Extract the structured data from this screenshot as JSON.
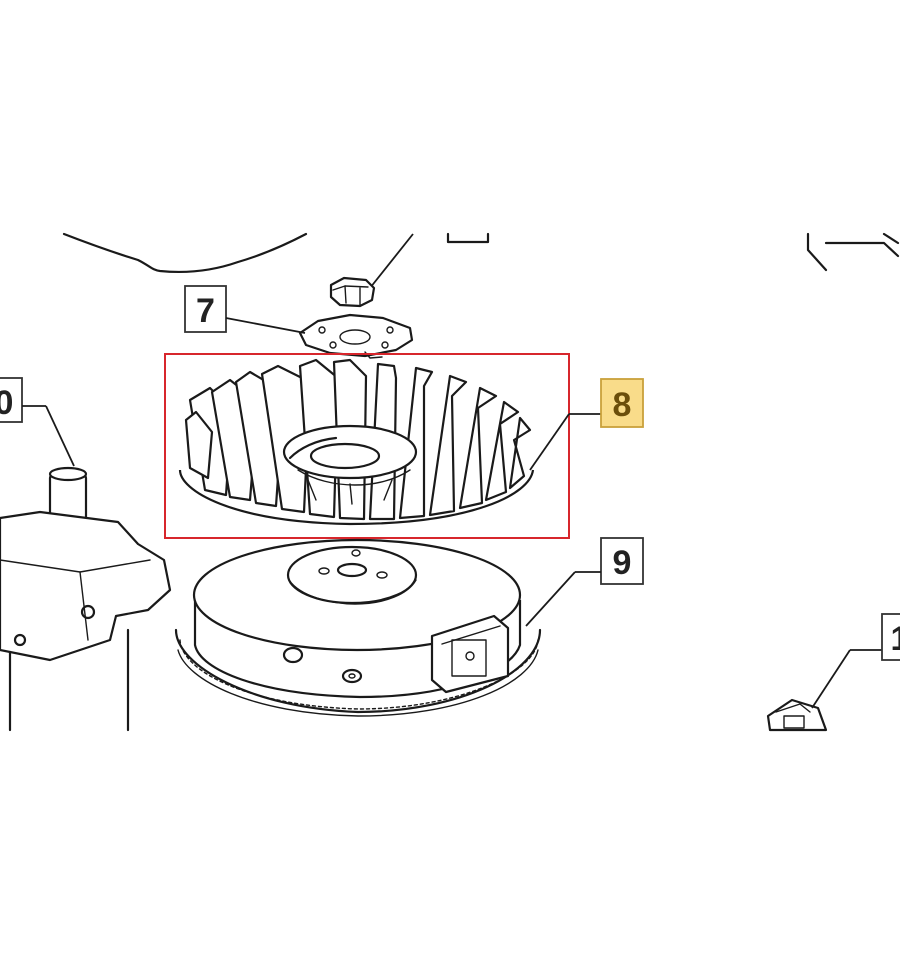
{
  "callouts": {
    "part_7": "7",
    "part_8": "8",
    "part_9": "9",
    "part_10_partial": "0",
    "part_1_partial": "1"
  },
  "highlight": {
    "selected_part": "8",
    "frame_color": "#d7262c",
    "badge_fill": "#f9dc8a",
    "badge_stroke": "#c9a13b"
  }
}
